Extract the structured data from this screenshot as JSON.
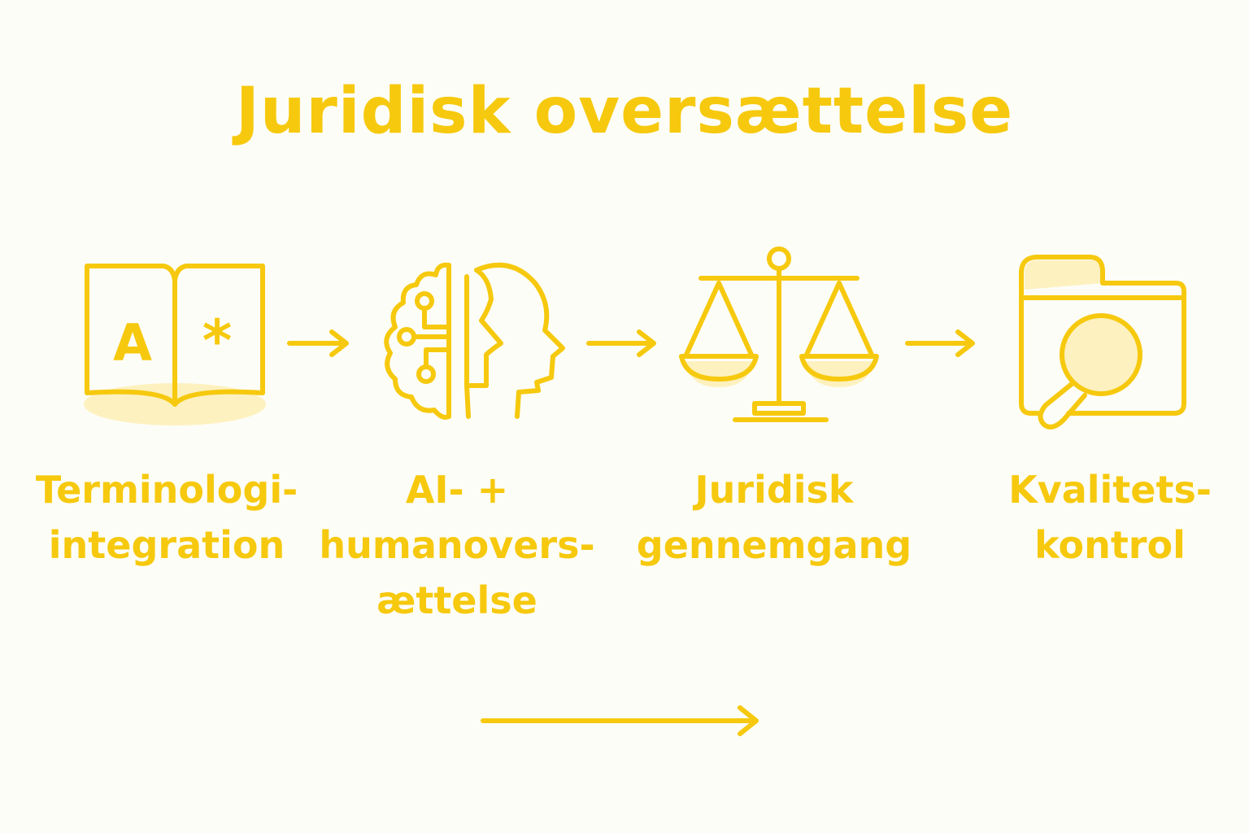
{
  "title": "Juridisk oversættelse",
  "colors": {
    "accent": "#f6c90e",
    "soft_fill": "#fdf1bf",
    "background": "#fdfdf7"
  },
  "steps": [
    {
      "icon": "open-book-icon",
      "letter": "A",
      "symbol": "*",
      "label_lines": [
        "Terminologi-",
        "integration"
      ]
    },
    {
      "icon": "brain-head-icon",
      "label_lines": [
        "AI- +",
        "humanovers-",
        "ættelse"
      ]
    },
    {
      "icon": "scales-icon",
      "label_lines": [
        "Juridisk",
        "gennemgang"
      ]
    },
    {
      "icon": "folder-magnifier-icon",
      "label_lines": [
        "Kvalitets-",
        "kontrol"
      ]
    }
  ]
}
